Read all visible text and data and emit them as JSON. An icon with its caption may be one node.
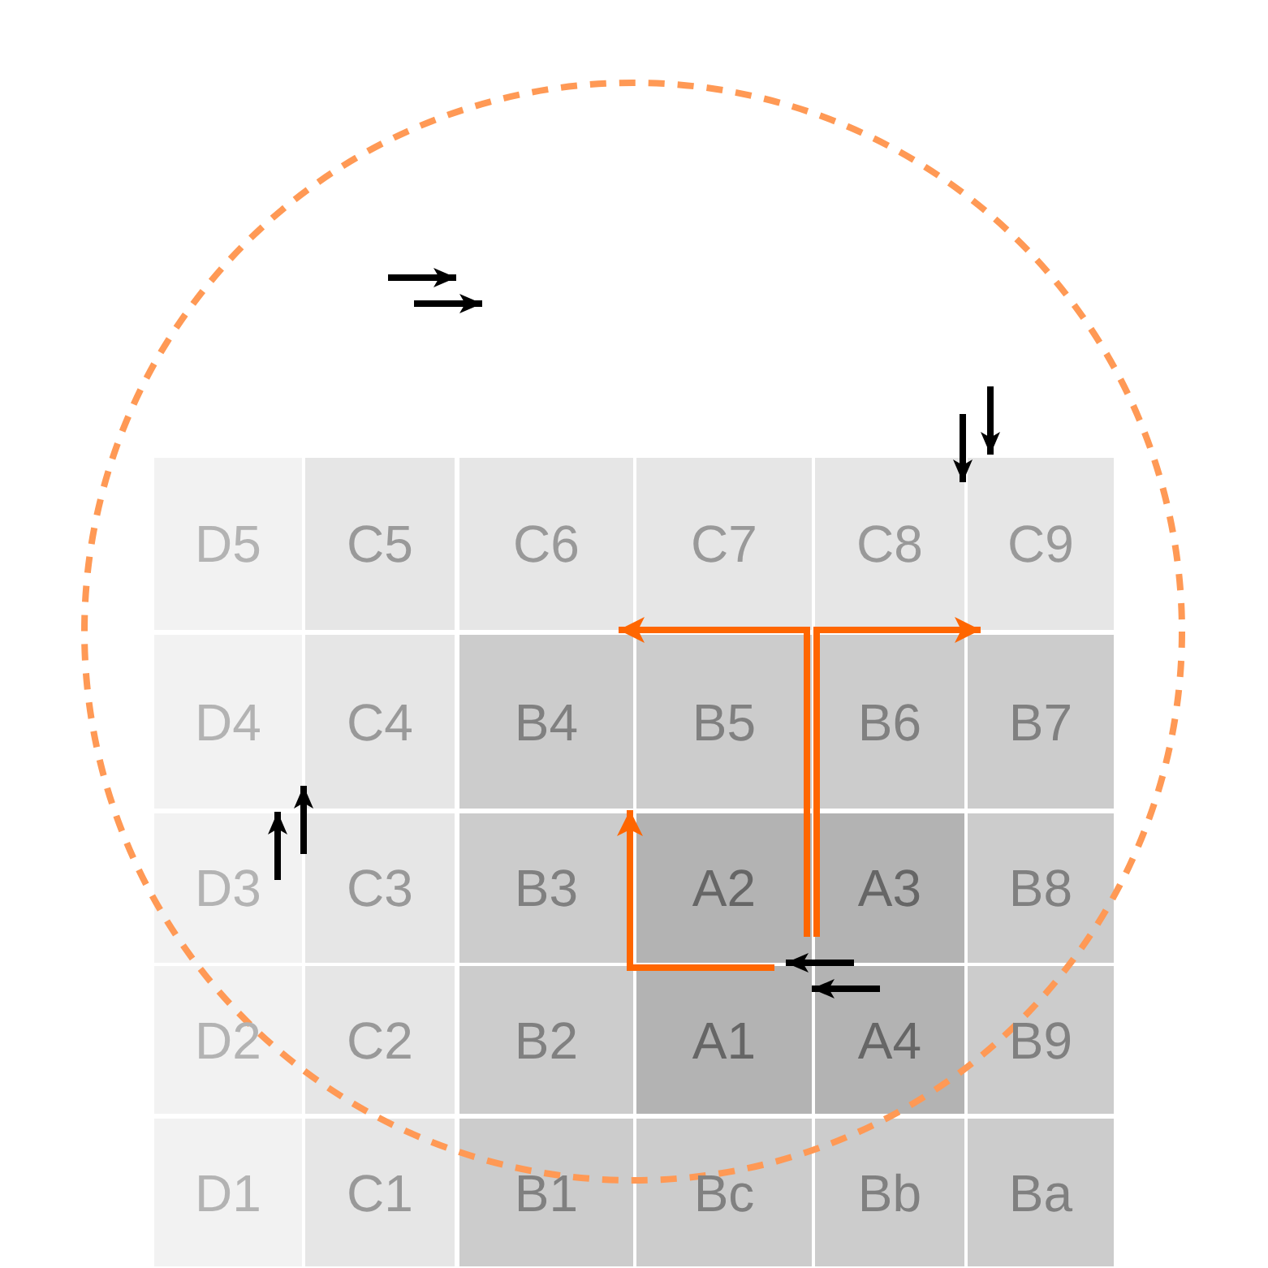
{
  "diagram": {
    "nodes": [
      {
        "text": [
          "D5"
        ]
      },
      {
        "text": [
          "C5"
        ]
      },
      {
        "text": [
          "C6"
        ]
      },
      {
        "text": [
          "C7"
        ]
      },
      {
        "text": [
          "C8"
        ]
      },
      {
        "text": [
          "C9"
        ]
      },
      {
        "text": [
          "D4"
        ]
      },
      {
        "text": [
          "C4"
        ]
      },
      {
        "text": [
          "B4"
        ]
      },
      {
        "text": [
          "B5"
        ]
      },
      {
        "text": [
          "B6"
        ]
      },
      {
        "text": [
          "B7"
        ]
      },
      {
        "text": [
          "D3"
        ]
      },
      {
        "text": [
          "C3"
        ]
      },
      {
        "text": [
          "B3"
        ]
      },
      {
        "text": [
          "A2"
        ]
      },
      {
        "text": [
          "A3"
        ]
      },
      {
        "text": [
          "B8"
        ]
      },
      {
        "text": [
          "D2"
        ]
      },
      {
        "text": [
          "C2"
        ]
      },
      {
        "text": [
          "B2"
        ]
      },
      {
        "text": [
          "A1"
        ]
      },
      {
        "text": [
          "A4"
        ]
      },
      {
        "text": [
          "B9"
        ]
      },
      {
        "text": [
          "D1"
        ]
      },
      {
        "text": [
          "C1"
        ]
      },
      {
        "text": [
          "B1"
        ]
      },
      {
        "text": [
          "Bc"
        ]
      },
      {
        "text": [
          "Bb"
        ]
      },
      {
        "text": [
          "Ba"
        ]
      }
    ],
    "edges": [
      {
        "from": 21,
        "to": 14,
        "arrow": "to"
      },
      {
        "from": 15,
        "to": 2,
        "arrow": "to"
      },
      {
        "from": 16,
        "to": 5,
        "arrow": "to"
      }
    ]
  }
}
